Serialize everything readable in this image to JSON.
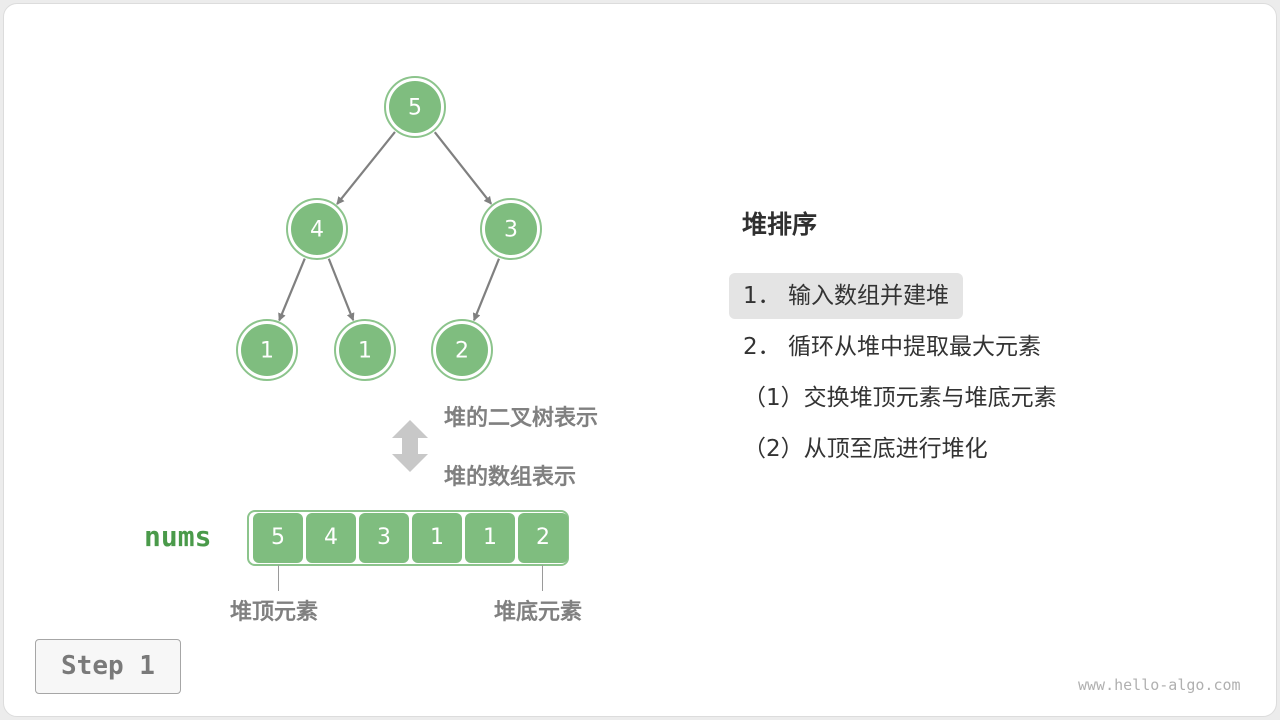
{
  "tree": {
    "nodes": [
      {
        "id": "n0",
        "value": "5"
      },
      {
        "id": "n1",
        "value": "4"
      },
      {
        "id": "n2",
        "value": "3"
      },
      {
        "id": "n3",
        "value": "1"
      },
      {
        "id": "n4",
        "value": "1"
      },
      {
        "id": "n5",
        "value": "2"
      }
    ],
    "edges": [
      [
        "n0",
        "n1"
      ],
      [
        "n0",
        "n2"
      ],
      [
        "n1",
        "n3"
      ],
      [
        "n1",
        "n4"
      ],
      [
        "n2",
        "n5"
      ]
    ]
  },
  "representation": {
    "tree_label": "堆的二叉树表示",
    "array_label": "堆的数组表示"
  },
  "array": {
    "name": "nums",
    "values": [
      "5",
      "4",
      "3",
      "1",
      "1",
      "2"
    ],
    "top_label": "堆顶元素",
    "bottom_label": "堆底元素"
  },
  "panel": {
    "title": "堆排序",
    "steps": [
      {
        "text": "1． 输入数组并建堆",
        "active": true
      },
      {
        "text": "2． 循环从堆中提取最大元素",
        "active": false
      },
      {
        "text": "（1）交换堆顶元素与堆底元素",
        "active": false
      },
      {
        "text": "（2）从顶至底进行堆化",
        "active": false
      }
    ]
  },
  "step_button": "Step 1",
  "watermark": "www.hello-algo.com",
  "colors": {
    "node_fill": "#7fbd7f",
    "node_ring": "#8cc48c",
    "edge": "#808080",
    "highlight": "#e4e4e4"
  }
}
